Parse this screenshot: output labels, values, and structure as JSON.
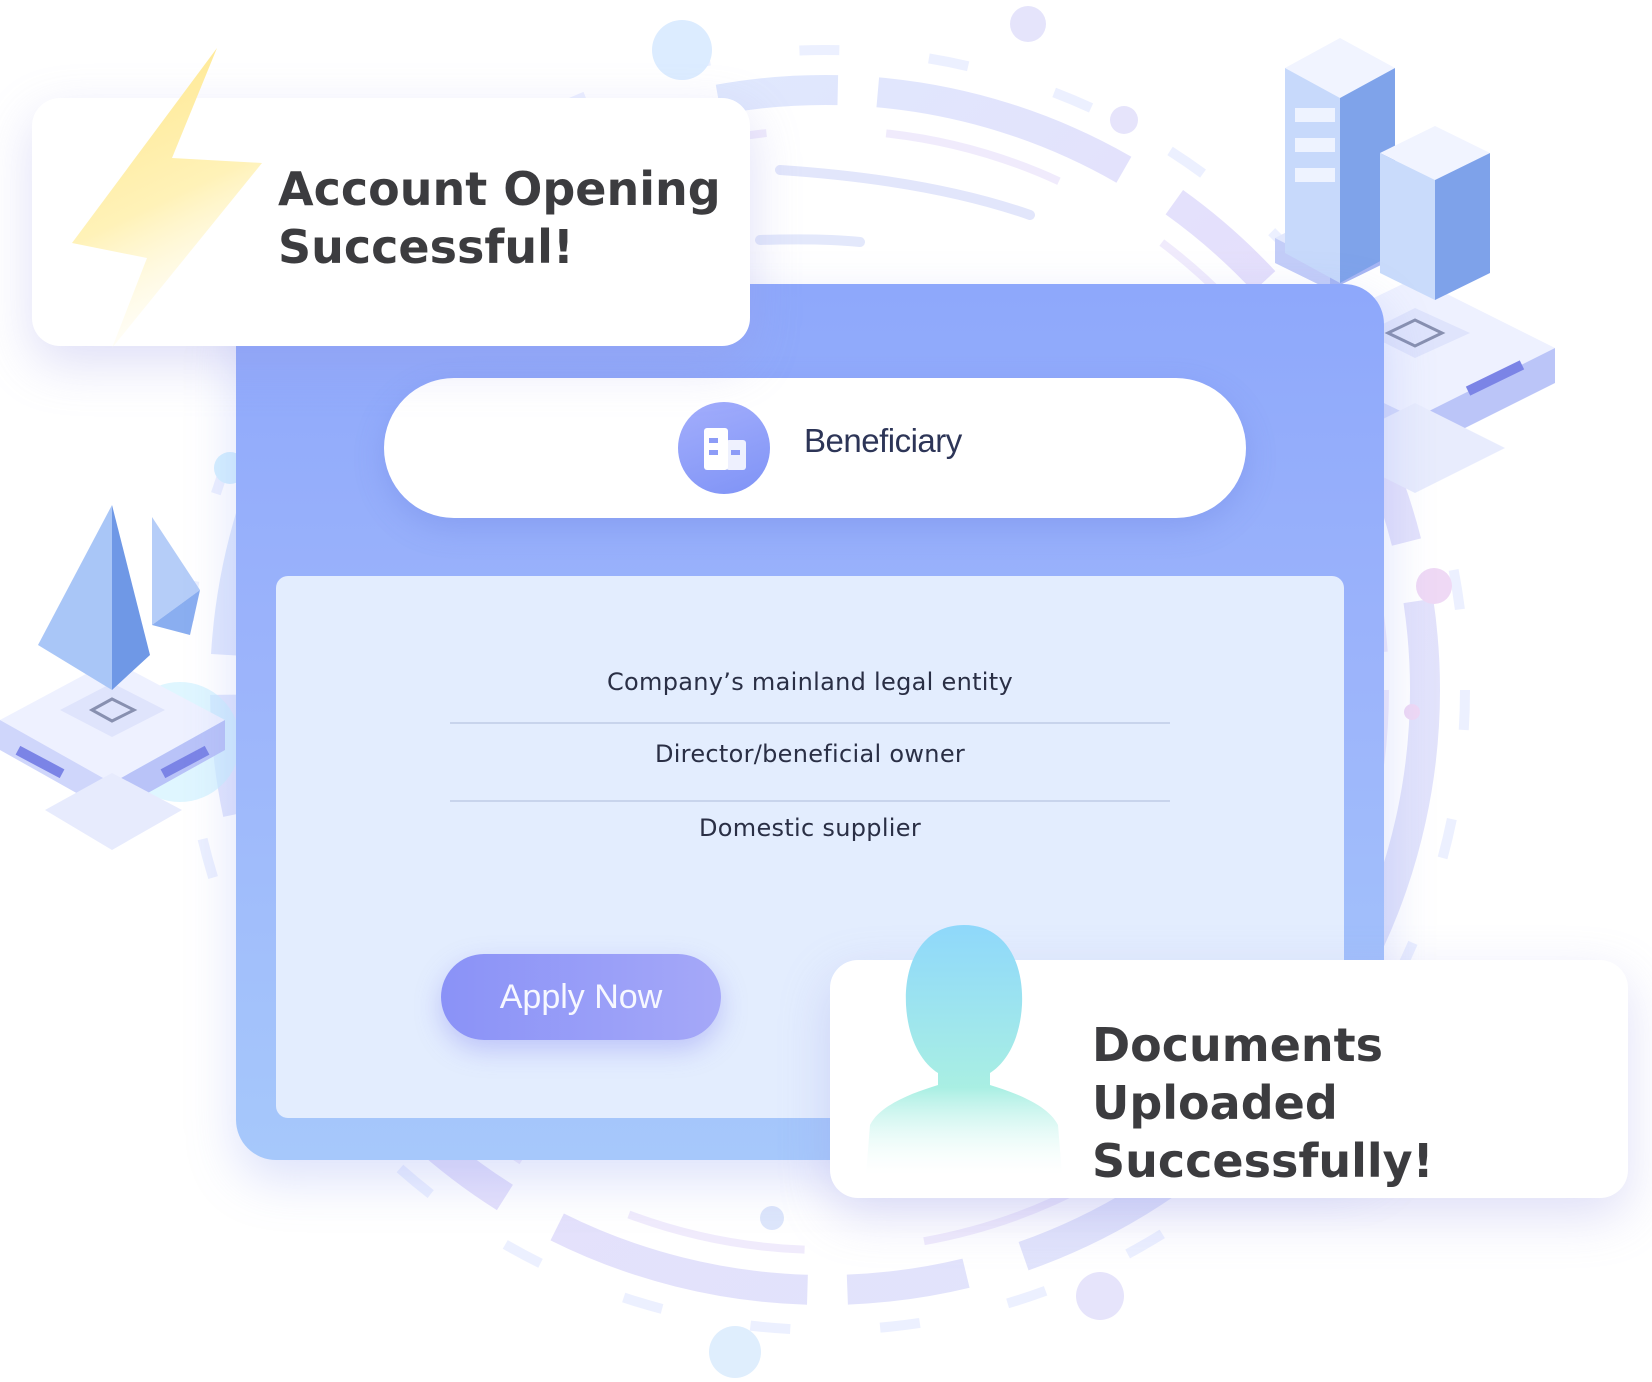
{
  "colors": {
    "panel_gradient_top": "#8ea8fb",
    "panel_gradient_bottom": "#a6c8fb",
    "content_card_bg": "#e3edfe",
    "button_gradient_start": "#8a92f7",
    "button_gradient_end": "#a5a8f8",
    "title_text": "#3c3c3f"
  },
  "notifications": {
    "account_opening": {
      "icon": "lightning-bolt-icon",
      "line1": "Account Opening",
      "line2": "Successful!"
    },
    "documents_uploaded": {
      "icon": "person-silhouette-icon",
      "line1": "Documents Uploaded",
      "line2": "Successfully!"
    }
  },
  "panel": {
    "tab": {
      "icon": "building-icon",
      "label": "Beneficiary"
    },
    "options": [
      "Company’s mainland legal entity",
      "Director/beneficial owner",
      "Domestic supplier"
    ],
    "apply_button_label": "Apply Now"
  },
  "decorations": {
    "left": "isometric-pyramid-platform-icon",
    "right": "isometric-buildings-platform-icon"
  }
}
